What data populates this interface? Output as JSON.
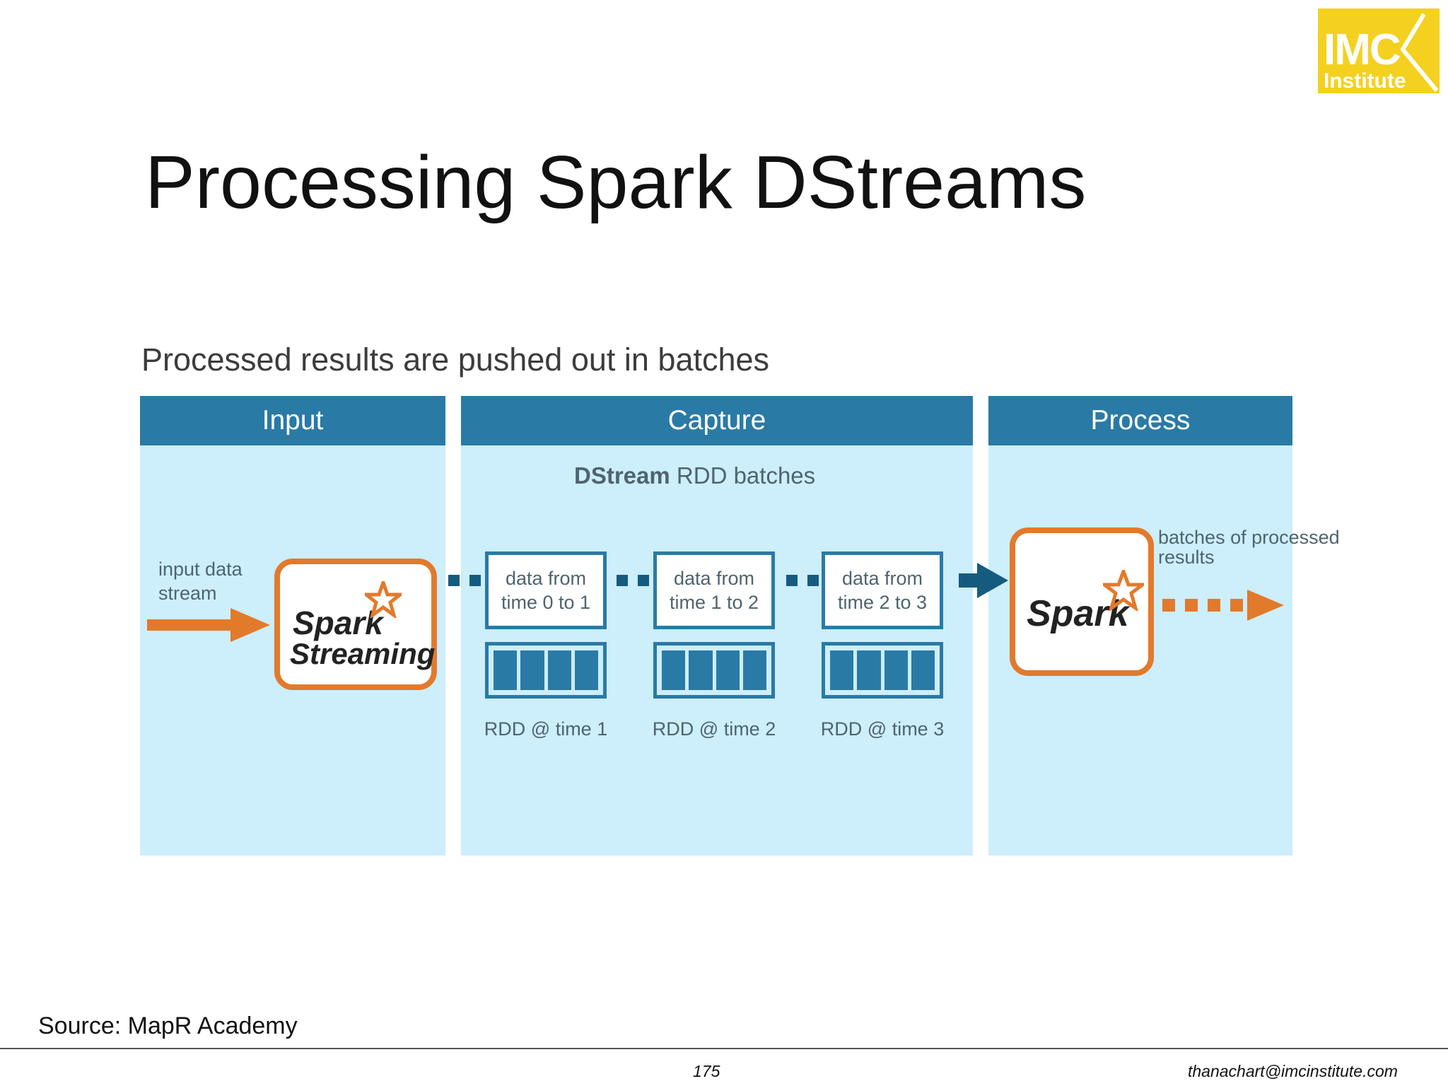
{
  "logo": {
    "main": "IMC",
    "sub": "Institute"
  },
  "slide": {
    "title": "Processing Spark DStreams",
    "subtitle": "Processed results are pushed out in batches"
  },
  "diagram": {
    "panels": {
      "input": "Input",
      "capture": "Capture",
      "process": "Process"
    },
    "input_label_line1": "input data",
    "input_label_line2": "stream",
    "spark_streaming": {
      "line1": "Spark",
      "line2": "Streaming"
    },
    "dstream_heading_bold": "DStream",
    "dstream_heading_rest": " RDD batches",
    "batches": [
      {
        "line1": "data from",
        "line2": "time 0 to 1",
        "rdd_label": "RDD @ time 1"
      },
      {
        "line1": "data from",
        "line2": "time 1 to 2",
        "rdd_label": "RDD @ time 2"
      },
      {
        "line1": "data from",
        "line2": "time 2 to 3",
        "rdd_label": "RDD @ time 3"
      }
    ],
    "spark": "Spark",
    "output_label_line1": "batches of processed",
    "output_label_line2": "results",
    "colors": {
      "header": "#2a7aa6",
      "panel": "#cdeefb",
      "accent": "#e27a2c",
      "dark": "#155b80"
    }
  },
  "footer": {
    "source": "Source: MapR Academy",
    "page": "175",
    "email": "thanachart@imcinstitute.com"
  }
}
